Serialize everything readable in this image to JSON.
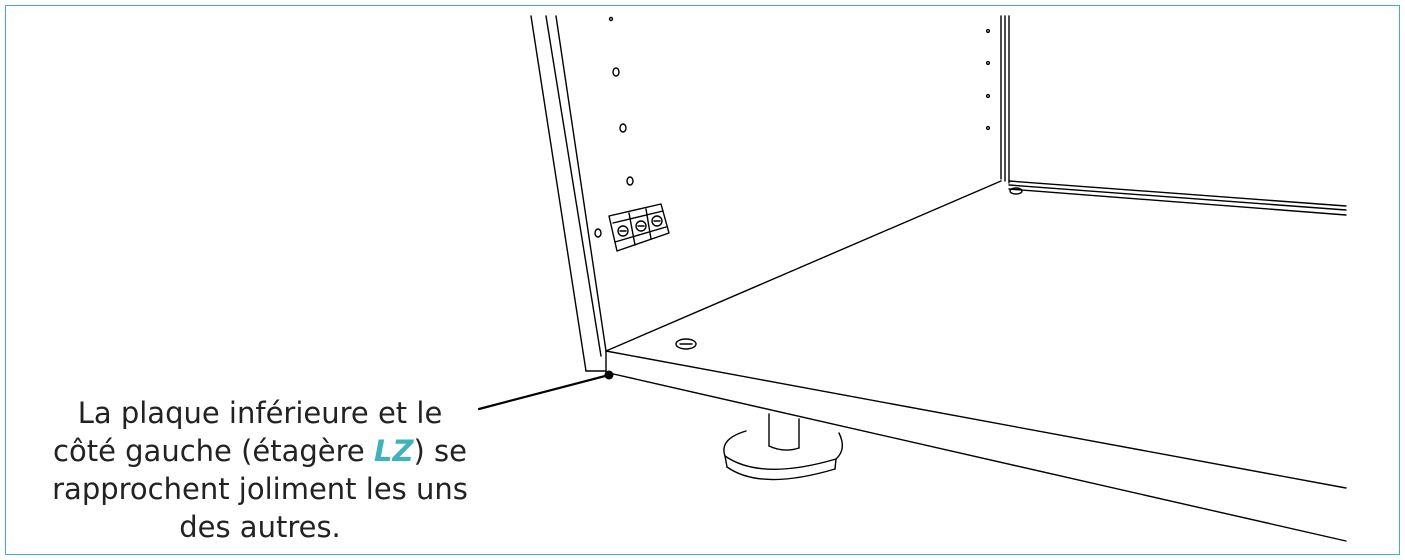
{
  "caption": {
    "line1": "La plaque inférieure et le",
    "line2_before": "côté gauche (étagère ",
    "line2_code": "LZ",
    "line2_after": ") se",
    "line3": "rapprochent joliment les uns",
    "line4": "des autres."
  },
  "colors": {
    "frame_border": "#3fb3bd",
    "code_accent": "#3fb3bd",
    "line_art": "#000000",
    "caption_text": "#222222"
  }
}
